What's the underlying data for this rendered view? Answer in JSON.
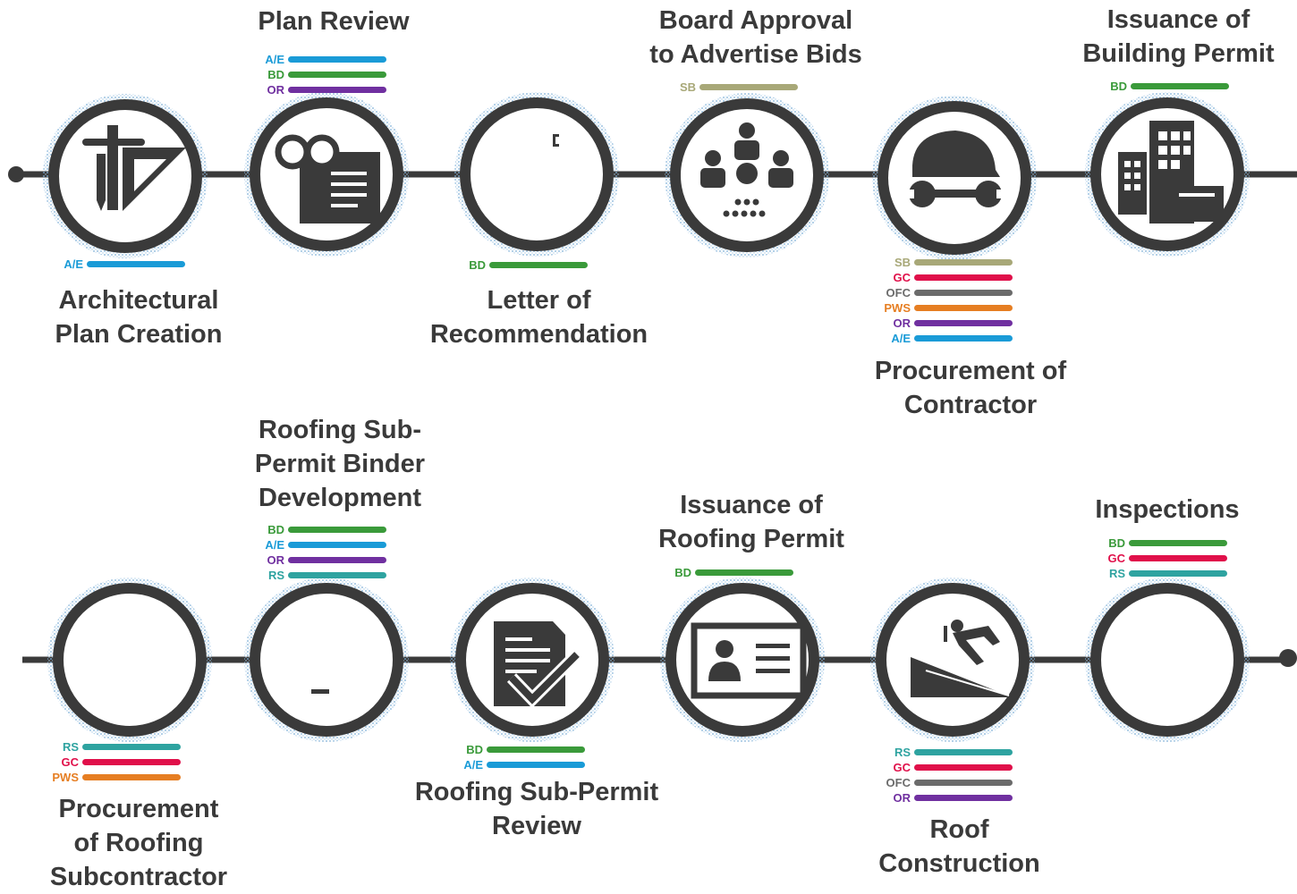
{
  "colors": {
    "AE": "#1a9bd7",
    "BD": "#3a9a3a",
    "OR": "#7030a0",
    "SB": "#a8a878",
    "GC": "#e0104a",
    "OFC": "#6b6b6b",
    "PWS": "#e67e22",
    "RS": "#2ea3a0",
    "ring": "#3a3a3a",
    "halo": "#7fb0d8"
  },
  "rows": [
    {
      "steps": [
        {
          "title": [
            "Architectural",
            "Plan Creation"
          ],
          "icon": "drafting-tools-icon",
          "tags": [
            "A/E"
          ]
        },
        {
          "title": [
            "Plan Review"
          ],
          "icon": "glasses-document-icon",
          "tags": [
            "A/E",
            "BD",
            "OR"
          ]
        },
        {
          "title": [
            "Letter of",
            "Recommendation"
          ],
          "icon": "letter-icon",
          "tags": [
            "BD"
          ]
        },
        {
          "title": [
            "Board Approval",
            "to Advertise Bids"
          ],
          "icon": "meeting-icon",
          "tags": [
            "SB"
          ]
        },
        {
          "title": [
            "Procurement of",
            "Contractor"
          ],
          "icon": "hardhat-wrench-icon",
          "tags": [
            "SB",
            "GC",
            "OFC",
            "PWS",
            "OR",
            "A/E"
          ]
        },
        {
          "title": [
            "Issuance of",
            "Building Permit"
          ],
          "icon": "buildings-icon",
          "tags": [
            "BD"
          ]
        }
      ]
    },
    {
      "steps": [
        {
          "title": [
            "Procurement",
            "of Roofing",
            "Subcontractor"
          ],
          "icon": "blank-icon",
          "tags": [
            "RS",
            "GC",
            "PWS"
          ]
        },
        {
          "title": [
            "Roofing Sub-",
            "Permit Binder",
            "Development"
          ],
          "icon": "binder-icon",
          "tags": [
            "BD",
            "A/E",
            "OR",
            "RS"
          ]
        },
        {
          "title": [
            "Roofing Sub-Permit",
            "Review"
          ],
          "icon": "document-check-icon",
          "tags": [
            "BD",
            "A/E"
          ]
        },
        {
          "title": [
            "Issuance of",
            "Roofing Permit"
          ],
          "icon": "id-card-icon",
          "tags": [
            "BD"
          ]
        },
        {
          "title": [
            "Roof",
            "Construction"
          ],
          "icon": "roofer-icon",
          "tags": [
            "RS",
            "GC",
            "OFC",
            "OR"
          ]
        },
        {
          "title": [
            "Inspections"
          ],
          "icon": "blank-inspection-icon",
          "tags": [
            "BD",
            "GC",
            "RS"
          ]
        }
      ]
    }
  ]
}
